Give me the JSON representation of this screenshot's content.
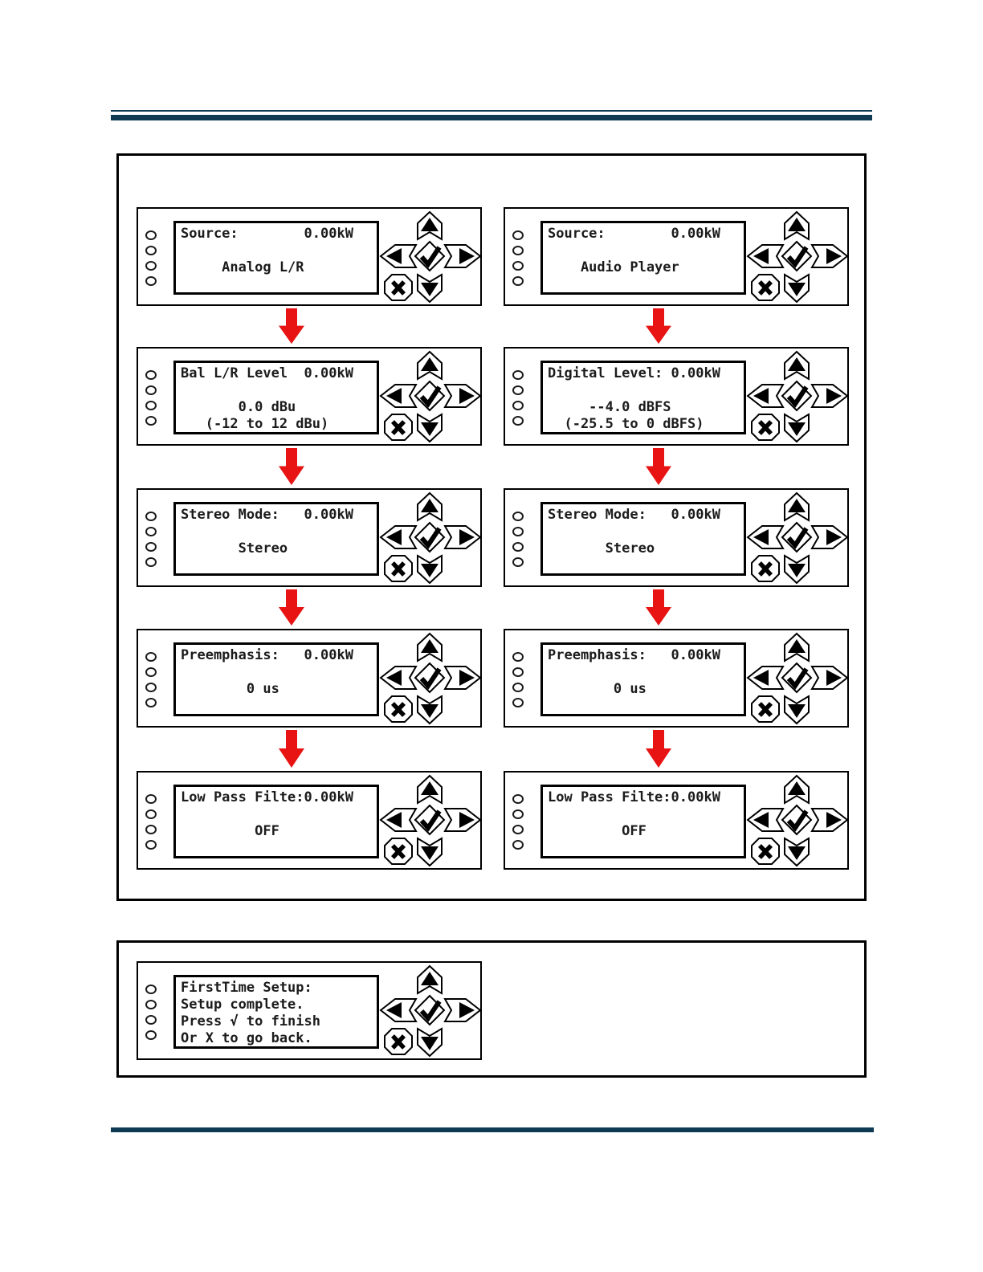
{
  "colors": {
    "header_rule": "#0e3a53",
    "frame_border": "#000000",
    "flow_arrow": "#e81313",
    "lcd_text": "#1c1c1c"
  },
  "icons": {
    "up": "▲",
    "down": "▼",
    "left": "◀",
    "right": "▶",
    "accept": "✓",
    "cancel": "X"
  },
  "panels": [
    {
      "name": "source-analog",
      "lcd_lines": [
        "Source:        0.00kW",
        "",
        "     Analog L/R",
        ""
      ]
    },
    {
      "name": "source-audio-player",
      "lcd_lines": [
        "Source:        0.00kW",
        "",
        "    Audio Player",
        ""
      ]
    },
    {
      "name": "bal-lr-level",
      "lcd_lines": [
        "Bal L/R Level  0.00kW",
        "",
        "       0.0 dBu",
        "   (-12 to 12 dBu)"
      ]
    },
    {
      "name": "digital-level",
      "lcd_lines": [
        "Digital Level: 0.00kW",
        "",
        "     --4.0 dBFS",
        "  (-25.5 to 0 dBFS)"
      ]
    },
    {
      "name": "stereo-mode-analog",
      "lcd_lines": [
        "Stereo Mode:   0.00kW",
        "",
        "       Stereo",
        ""
      ]
    },
    {
      "name": "stereo-mode-digital",
      "lcd_lines": [
        "Stereo Mode:   0.00kW",
        "",
        "       Stereo",
        ""
      ]
    },
    {
      "name": "preemphasis-analog",
      "lcd_lines": [
        "Preemphasis:   0.00kW",
        "",
        "        0 us",
        ""
      ]
    },
    {
      "name": "preemphasis-digital",
      "lcd_lines": [
        "Preemphasis:   0.00kW",
        "",
        "        0 us",
        ""
      ]
    },
    {
      "name": "low-pass-filter-analog",
      "lcd_lines": [
        "Low Pass Filte:0.00kW",
        "",
        "         OFF",
        ""
      ]
    },
    {
      "name": "low-pass-filter-digital",
      "lcd_lines": [
        "Low Pass Filte:0.00kW",
        "",
        "         OFF",
        ""
      ]
    },
    {
      "name": "first-time-setup-complete",
      "lcd_lines": [
        "FirstTime Setup:",
        "Setup complete.",
        "Press √ to finish",
        "Or X to go back."
      ]
    }
  ]
}
